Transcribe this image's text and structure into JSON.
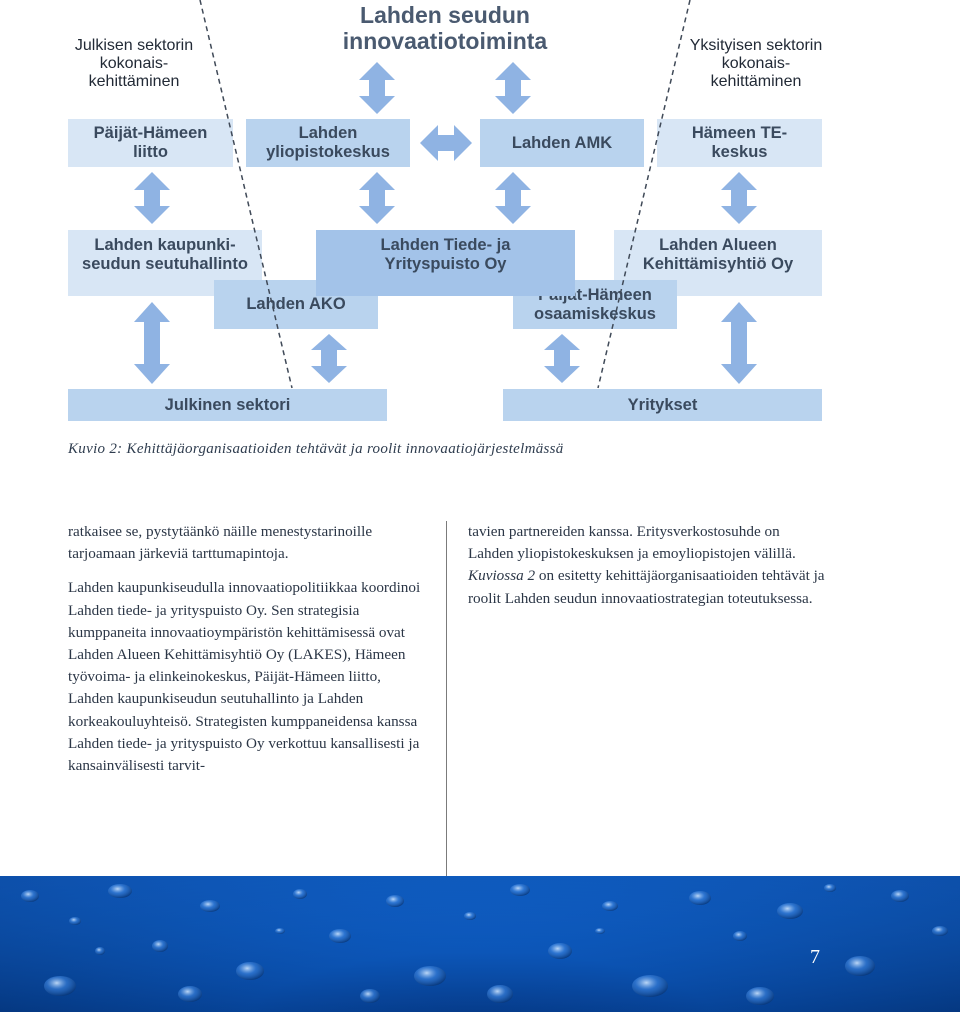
{
  "diagram": {
    "title_line1": "Lahden seudun",
    "title_line2": "innovaatiotoiminta",
    "left_header": [
      "Julkisen sektorin",
      "kokonais-",
      "kehittäminen"
    ],
    "right_header": [
      "Yksityisen sektorin",
      "kokonais-",
      "kehittäminen"
    ],
    "nodes": {
      "paijat_hameen_liitto": [
        "Päijät-Hämeen",
        "liitto"
      ],
      "lahden_yliopistokeskus": [
        "Lahden",
        "yliopistokeskus"
      ],
      "lahden_amk": [
        "Lahden AMK"
      ],
      "hameen_te_keskus": [
        "Hämeen TE-",
        "keskus"
      ],
      "seutuhallinto": [
        "Lahden kaupunki-",
        "seudun seutuhallinto"
      ],
      "tiede_yrityspuisto": [
        "Lahden Tiede- ja",
        "Yrityspuisto Oy"
      ],
      "alueen_kehittamisyhtio": [
        "Lahden Alueen",
        "Kehittämisyhtiö Oy"
      ],
      "lahden_ako": [
        "Lahden AKO"
      ],
      "osaamiskeskus": [
        "Päijät-Hämeen",
        "osaamiskeskus"
      ],
      "julkinen_sektori": [
        "Julkinen sektori"
      ],
      "yritykset": [
        "Yritykset"
      ]
    },
    "arrow_color": "#8fb3e3",
    "box_colors": {
      "light": "#d8e6f5",
      "mid": "#b9d3ee",
      "dark": "#a3c3e9"
    }
  },
  "caption": "Kuvio 2: Kehittäjäorganisaatioiden tehtävät ja roolit innovaatiojärjestelmässä",
  "left_column": {
    "p1": "ratkaisee se, pystytäänkö näille menestystarinoille tarjoamaan järkeviä tarttumapintoja.",
    "p2": "Lahden kaupunkiseudulla innovaatiopolitiikkaa koordinoi Lahden tiede- ja yrityspuisto Oy. Sen strategisia kumppaneita innovaatioympäristön kehittämisessä ovat Lahden Alueen Kehittämisyhtiö Oy (LAKES), Hämeen työvoima- ja elinkeinokeskus, Päijät-Hämeen liitto, Lahden kaupunkiseudun seutuhallinto ja Lahden korkeakouluyhteisö. Strategisten kumppaneidensa kanssa Lahden tiede- ja yrityspuisto Oy verkottuu kansallisesti ja kansainvälisesti tarvit-"
  },
  "right_column": {
    "p1": "tavien partnereiden kanssa. Eritysverkostosuhde on Lahden yliopistokeskuksen ja emoyliopistojen välillä.",
    "p2_em": "Kuviossa 2",
    "p2_rest": " on esitetty kehittäjäorganisaatioiden tehtävät ja roolit Lahden seudun innovaatiostrategian toteutuksessa."
  },
  "page_number": "7"
}
